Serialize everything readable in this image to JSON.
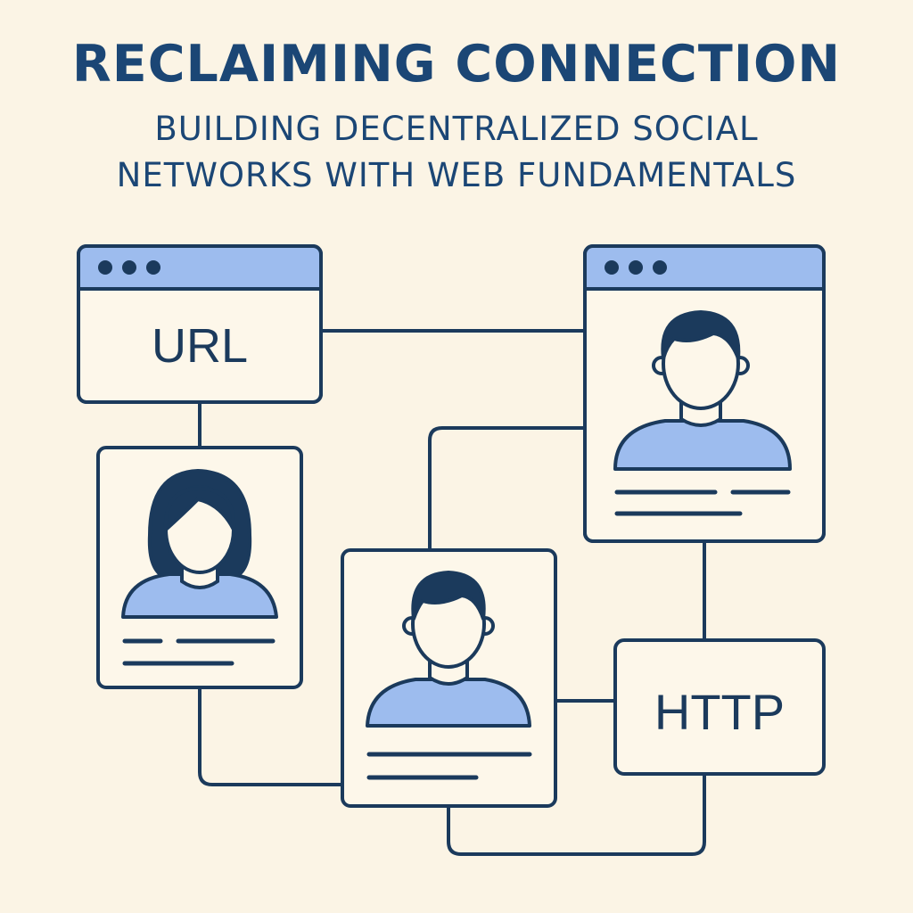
{
  "header": {
    "title": "RECLAIMING CONNECTION",
    "subtitle_line1": "BUILDING DECENTRALIZED SOCIAL",
    "subtitle_line2": "NETWORKS WITH WEB FUNDAMENTALS"
  },
  "nodes": {
    "url_window": {
      "label": "URL"
    },
    "http_box": {
      "label": "HTTP"
    }
  },
  "colors": {
    "background": "#fbf4e5",
    "stroke": "#1b3a5c",
    "title": "#1b4675",
    "accent": "#9dbcee",
    "panel": "#fdf7ea"
  },
  "icons": [
    "browser-window-dots-icon",
    "user-avatar-icon"
  ]
}
